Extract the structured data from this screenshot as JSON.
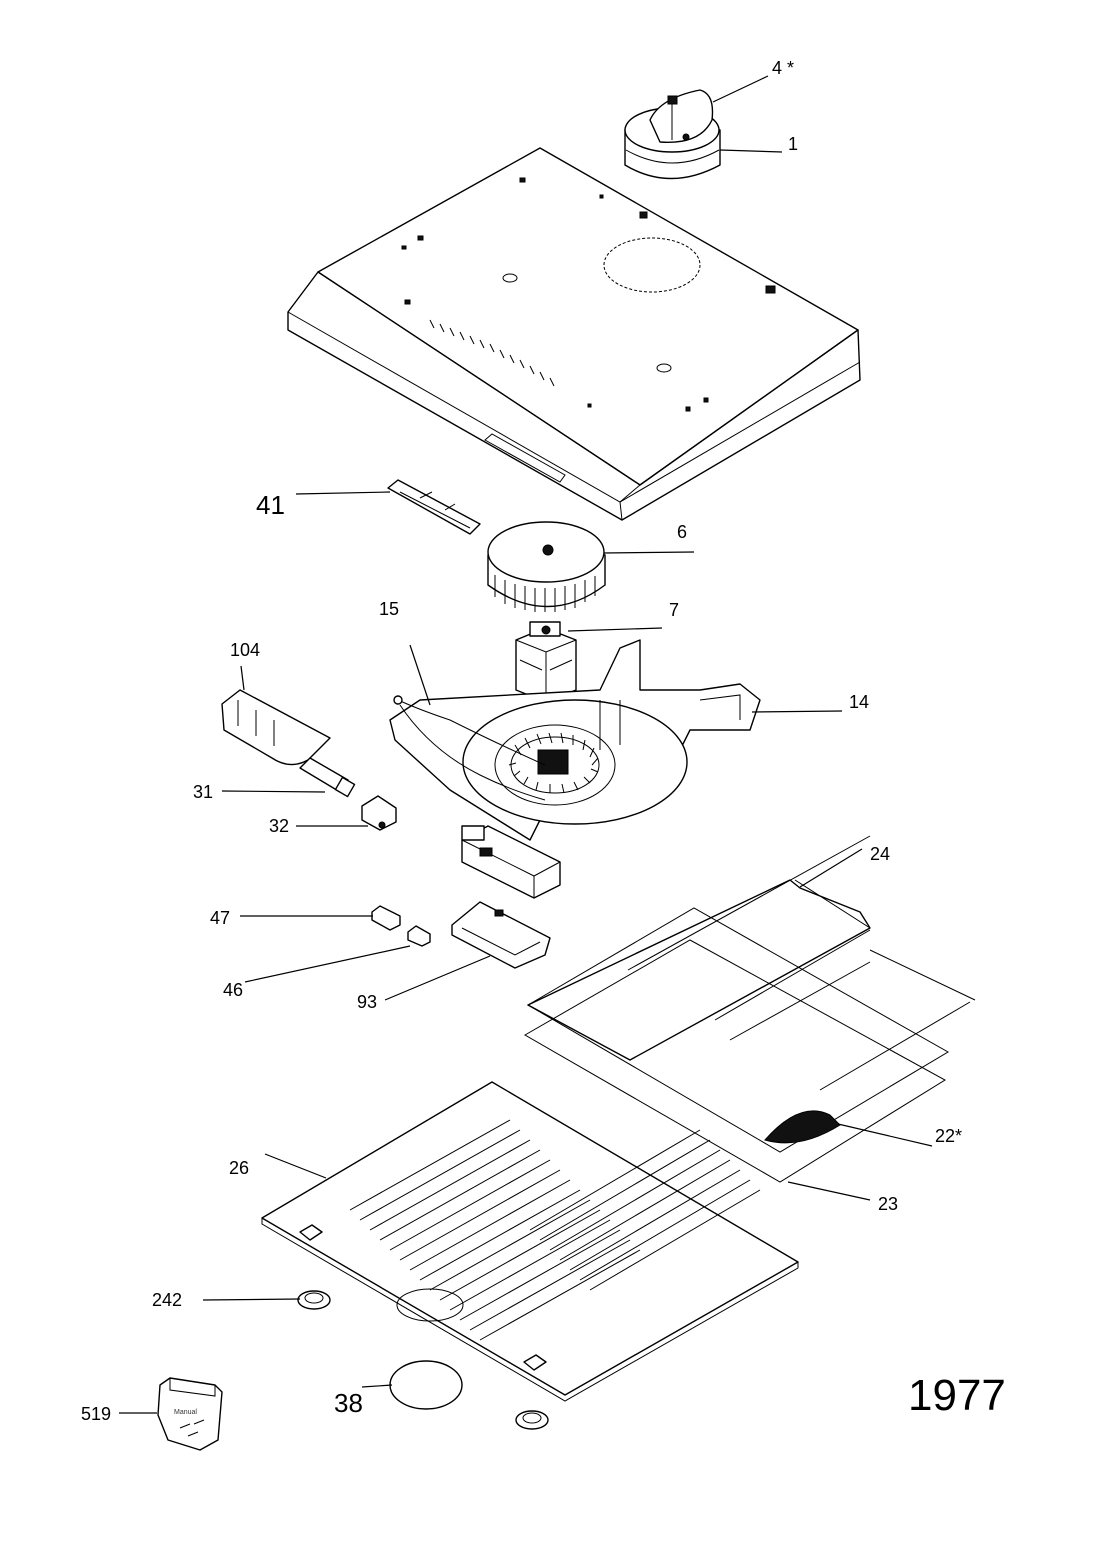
{
  "sheet_number": "1977",
  "labels": {
    "p4": "4 *",
    "p1": "1",
    "p41": "41",
    "p6": "6",
    "p15": "15",
    "p7": "7",
    "p104": "104",
    "p14": "14",
    "p31": "31",
    "p32": "32",
    "p24": "24",
    "p47": "47",
    "p46": "46",
    "p93": "93",
    "p22": "22*",
    "p26": "26",
    "p23": "23",
    "p242": "242",
    "p38": "38",
    "p519": "519"
  },
  "bag": {
    "text": "Manual"
  }
}
